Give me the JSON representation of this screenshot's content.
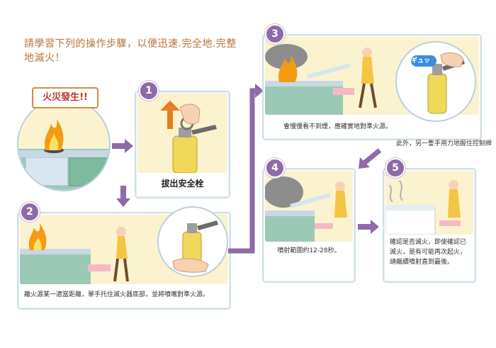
{
  "title": "請學習下列的操作步驟，以便迅速.完全地.完整地滅火！",
  "fire_badge": "火災發生!!",
  "steps": [
    {
      "number": "1",
      "caption": "拔出安全栓"
    },
    {
      "number": "2",
      "caption": "離火源某一適當距離，單手托住滅火器底部，並將噴嘴對準火源。"
    },
    {
      "number": "3",
      "caption": "會慢慢看不到煙，應確實地對準火源。",
      "sound": "ギュッ"
    },
    {
      "number": "4",
      "caption": "噴射範圍約12-28秒。"
    },
    {
      "number": "5",
      "caption": "確認是否滅火，即使確認已滅火，是有可能再次起火，請繼續噴射直到最後。"
    }
  ],
  "side_note": "此外，另一隻手用力地握住控制桿",
  "colors": {
    "accent": "#8e6aa8",
    "title": "#b5743a",
    "panel_border": "#cfe0e9",
    "flame": "#f39c12"
  }
}
